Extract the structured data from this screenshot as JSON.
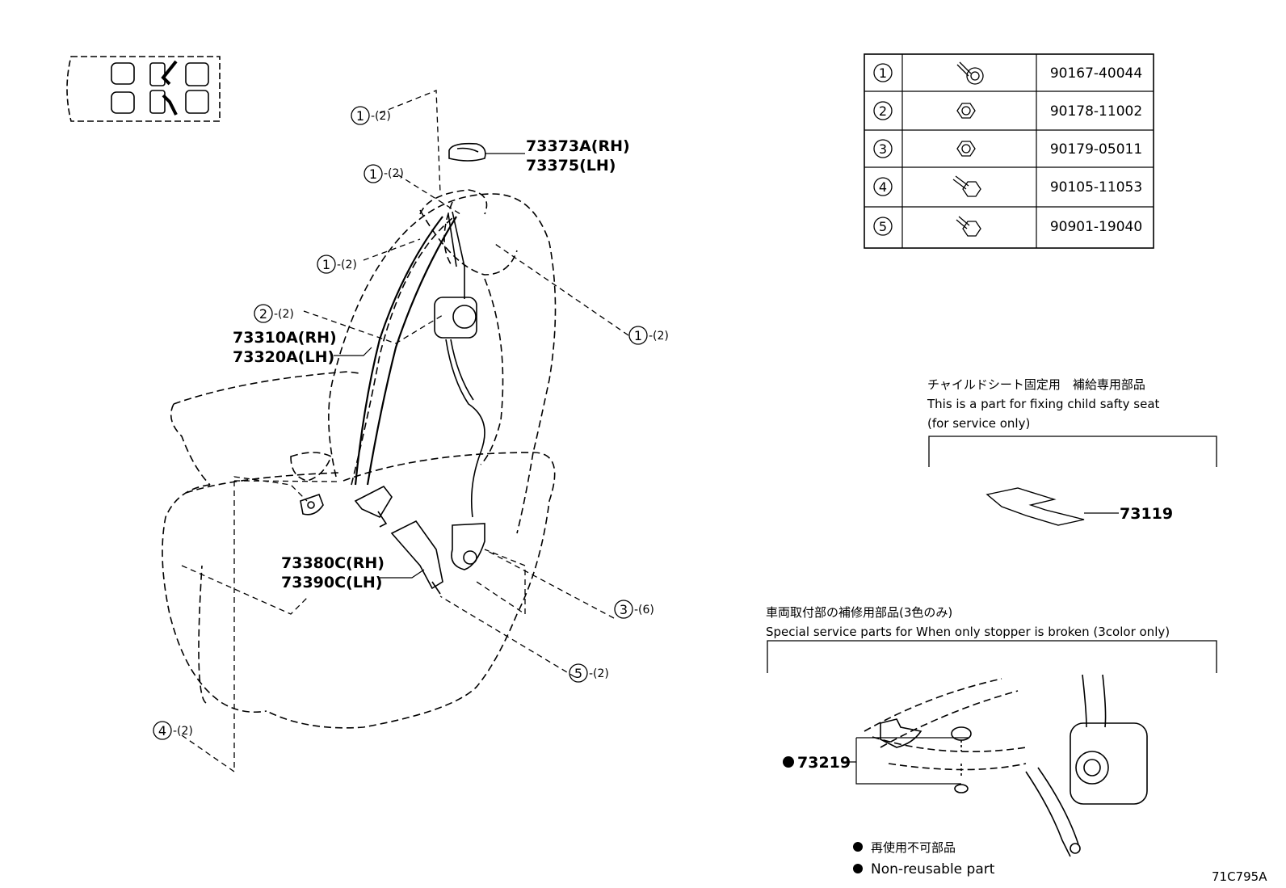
{
  "diagram_code": "71C795A",
  "hardware_table": [
    {
      "index": "1",
      "part_no": "90167-40044",
      "icon": "bolt-icon"
    },
    {
      "index": "2",
      "part_no": "90178-11002",
      "icon": "nut-icon"
    },
    {
      "index": "3",
      "part_no": "90179-05011",
      "icon": "nut-icon"
    },
    {
      "index": "4",
      "part_no": "90105-11053",
      "icon": "bolt-icon"
    },
    {
      "index": "5",
      "part_no": "90901-19040",
      "icon": "bolt-icon"
    }
  ],
  "part_labels": {
    "guide_rh": "73373A(RH)",
    "guide_lh": "73375(LH)",
    "belt_rh": "73310A(RH)",
    "belt_lh": "73320A(LH)",
    "buckle_rh": "73380C(RH)",
    "buckle_lh": "73390C(LH)",
    "child_part": "73119",
    "stopper_part": "73219"
  },
  "callouts": [
    {
      "num": "1",
      "qty": "-(2)"
    },
    {
      "num": "1",
      "qty": "-(2)"
    },
    {
      "num": "1",
      "qty": "-(2)"
    },
    {
      "num": "2",
      "qty": "-(2)"
    },
    {
      "num": "1",
      "qty": "-(2)"
    },
    {
      "num": "3",
      "qty": "-(6)"
    },
    {
      "num": "5",
      "qty": "-(2)"
    },
    {
      "num": "4",
      "qty": "-(2)"
    }
  ],
  "child_seat_note": {
    "jp": "チャイルドシート固定用　補給専用部品",
    "en_line1": "This is a part for fixing child safty seat",
    "en_line2": "(for service only)"
  },
  "stopper_note": {
    "jp": "車両取付部の補修用部品(3色のみ)",
    "en": "Special service parts for When only stopper is broken (3color only)"
  },
  "legend": {
    "jp": "再使用不可部品",
    "en": "Non-reusable part"
  },
  "colors": {
    "ink": "#000000",
    "background": "#ffffff"
  }
}
